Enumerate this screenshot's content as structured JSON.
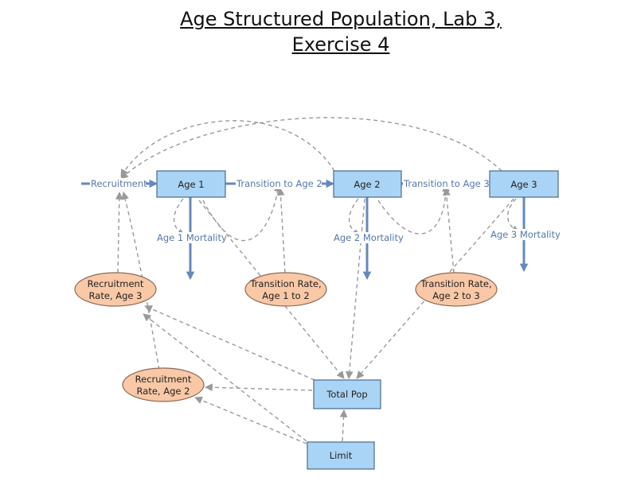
{
  "title": {
    "line1": "Age Structured Population, Lab 3,",
    "line2": "Exercise 4"
  },
  "stocks": {
    "age1": "Age 1",
    "age2": "Age 2",
    "age3": "Age 3",
    "total_pop": "Total Pop",
    "limit": "Limit"
  },
  "flows": {
    "recruitment": "Recruitment",
    "transition_to_age2": "Transition to Age 2",
    "transition_to_age3": "Transition to Age 3",
    "age1_mortality": "Age 1 Mortality",
    "age2_mortality": "Age 2 Mortality",
    "age3_mortality": "Age 3 Mortality"
  },
  "converters": {
    "recruitment_rate_age3": [
      "Recruitment",
      "Rate, Age 3"
    ],
    "transition_rate_1_2": [
      "Transition Rate,",
      "Age 1 to 2"
    ],
    "transition_rate_2_3": [
      "Transition Rate,",
      "Age 2 to 3"
    ],
    "recruitment_rate_age2": [
      "Recruitment",
      "Rate, Age 2"
    ]
  },
  "colors": {
    "stock_fill": "#aad4f5",
    "converter_fill": "#f9c8a6",
    "flow": "#6688bb",
    "connector": "#999999"
  }
}
